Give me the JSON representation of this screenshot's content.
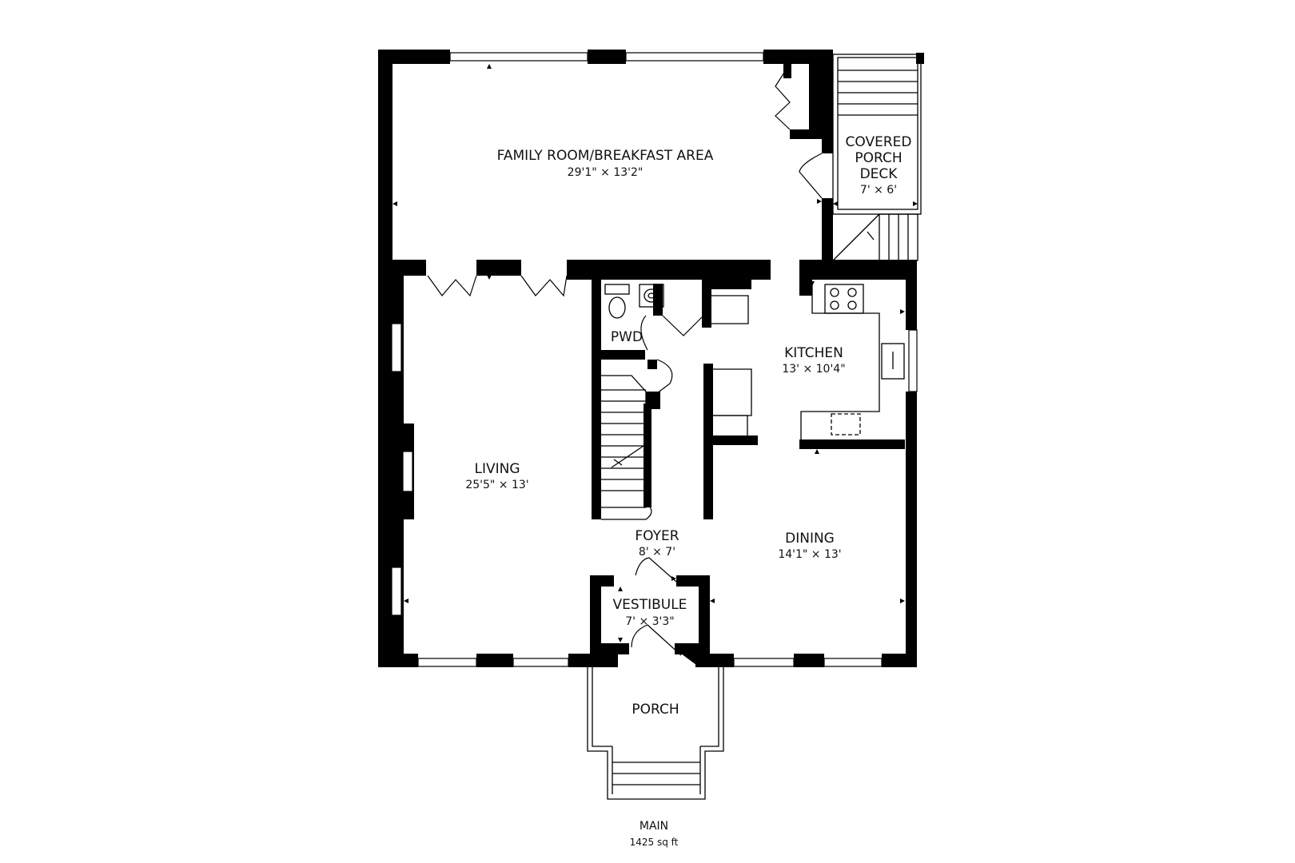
{
  "plan": {
    "rooms": [
      {
        "id": "family",
        "name": "FAMILY ROOM/BREAKFAST AREA",
        "dim": "29'1\" × 13'2\""
      },
      {
        "id": "porch-deck",
        "name_lines": [
          "COVERED",
          "PORCH",
          "DECK"
        ],
        "dim": "7' × 6'"
      },
      {
        "id": "pwd",
        "name": "PWD"
      },
      {
        "id": "kitchen",
        "name": "KITCHEN",
        "dim": "13' × 10'4\""
      },
      {
        "id": "living",
        "name": "LIVING",
        "dim": "25'5\" × 13'"
      },
      {
        "id": "foyer",
        "name": "FOYER",
        "dim": "8' × 7'"
      },
      {
        "id": "dining",
        "name": "DINING",
        "dim": "14'1\" × 13'"
      },
      {
        "id": "vestibule",
        "name": "VESTIBULE",
        "dim": "7' × 3'3\""
      },
      {
        "id": "porch",
        "name": "PORCH"
      }
    ],
    "floor": {
      "name": "MAIN",
      "area": "1425 sq ft"
    }
  }
}
